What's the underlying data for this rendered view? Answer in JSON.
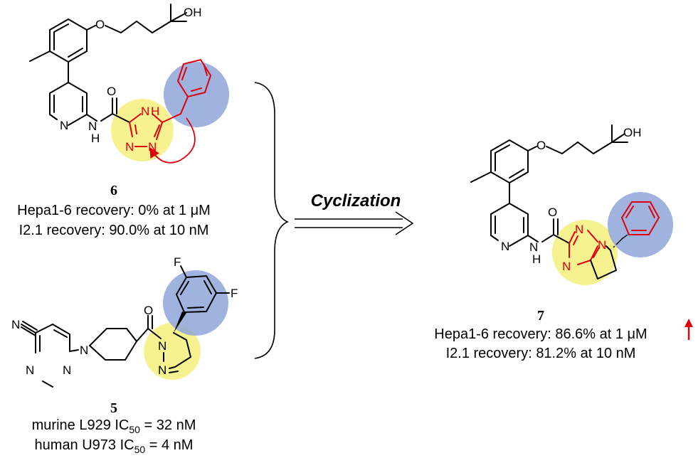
{
  "arrow_label": "Cyclization",
  "compounds": {
    "c6": {
      "number": "6",
      "line1": "Hepa1-6 recovery: 0% at 1 μM",
      "line2": "I2.1 recovery: 90.0% at 10 nM"
    },
    "c5": {
      "number": "5",
      "line1_pre": "murine L929 IC",
      "line1_sub": "50",
      "line1_post": " = 32 nM",
      "line2_pre": "human U973 IC",
      "line2_sub": "50",
      "line2_post": " = 4 nM"
    },
    "c7": {
      "number": "7",
      "line1": "Hepa1-6 recovery: 86.6% at 1 μM",
      "line2": "I2.1 recovery: 81.2% at 10 nM"
    }
  },
  "atoms": {
    "O": "O",
    "OH": "OH",
    "N": "N",
    "NH": "N",
    "H": "H",
    "F": "F"
  },
  "colors": {
    "yellow_highlight": "#f5f07c",
    "blue_highlight": "#8fa6d8",
    "red_accent": "#e0000b"
  }
}
